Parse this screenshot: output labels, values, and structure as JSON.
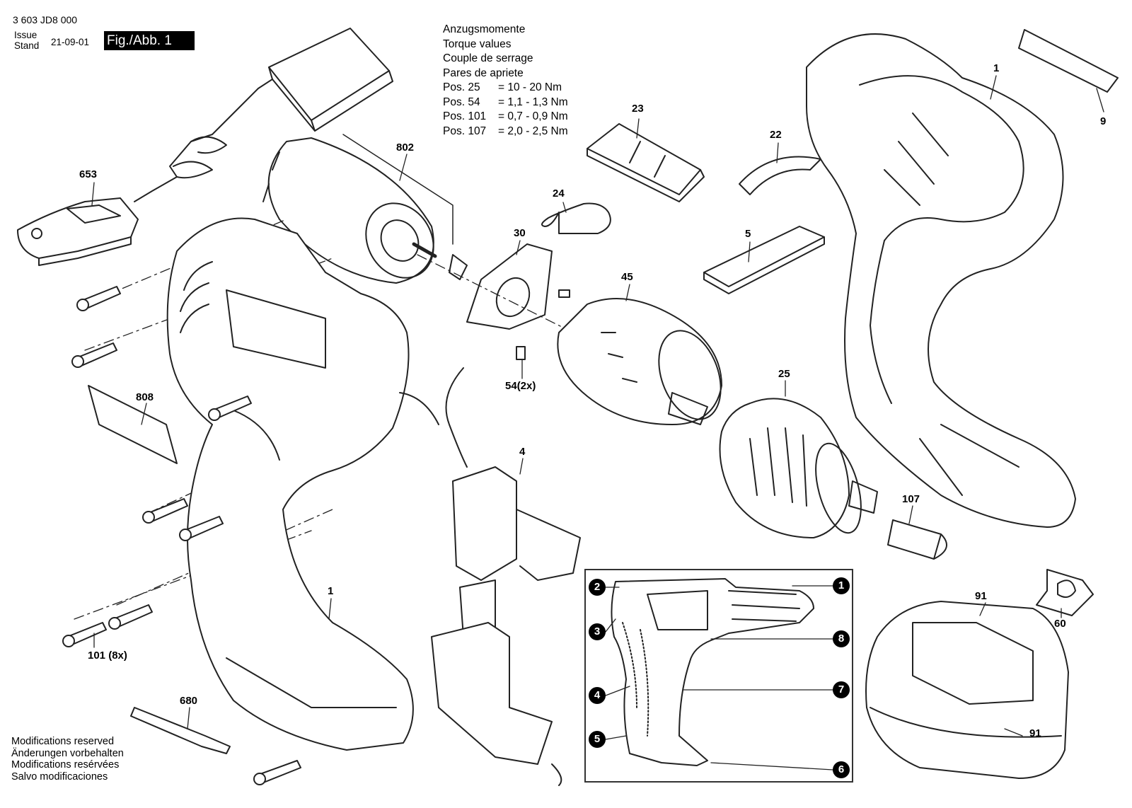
{
  "doc": {
    "doc_number": "3 603 JD8 000",
    "issue_label": "Issue",
    "stand_label": "Stand",
    "issue_date": "21-09-01",
    "figure_label": "Fig./Abb. 1"
  },
  "torque": {
    "lines": [
      "Anzugsmomente",
      "Torque values",
      "Couple de serrage",
      "Pares de apriete"
    ],
    "rows": [
      {
        "pos": "Pos. 25",
        "value": "= 10 - 20 Nm"
      },
      {
        "pos": "Pos. 54",
        "value": "= 1,1 - 1,3 Nm"
      },
      {
        "pos": "Pos. 101",
        "value": "= 0,7 - 0,9 Nm"
      },
      {
        "pos": "Pos. 107",
        "value": "= 2,0 - 2,5 Nm"
      }
    ]
  },
  "parts": {
    "p653": "653",
    "p802": "802",
    "p23": "23",
    "p22": "22",
    "p1_right": "1",
    "p9": "9",
    "p24": "24",
    "p30": "30",
    "p45": "45",
    "p5": "5",
    "p54": "54",
    "p54_qty": "(2x)",
    "p808": "808",
    "p4": "4",
    "p25": "25",
    "p107": "107",
    "p1_left": "1",
    "p101": "101",
    "p101_qty": "(8x)",
    "p680": "680",
    "p91": "91",
    "p91_b": "91",
    "p60": "60"
  },
  "inset": {
    "callouts": [
      "1",
      "2",
      "3",
      "4",
      "5",
      "6",
      "7",
      "8"
    ]
  },
  "modifications": [
    "Modifications reserved",
    "Änderungen vorbehalten",
    "Modifications resérvées",
    "Salvo modificaciones"
  ]
}
